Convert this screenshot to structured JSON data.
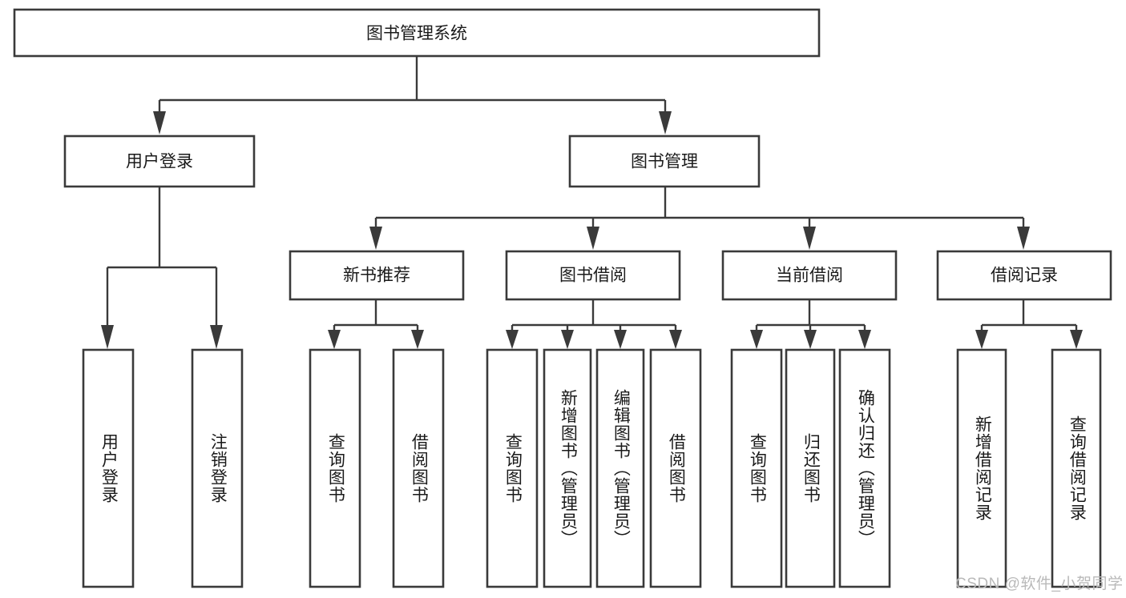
{
  "diagram": {
    "type": "tree",
    "title": "图书管理系统",
    "root": {
      "id": "root",
      "label": "图书管理系统"
    },
    "level1": [
      {
        "id": "user-login",
        "label": "用户登录"
      },
      {
        "id": "book-management",
        "label": "图书管理"
      }
    ],
    "level2": [
      {
        "id": "new-book-recommend",
        "label": "新书推荐",
        "parent": "book-management"
      },
      {
        "id": "book-borrow",
        "label": "图书借阅",
        "parent": "book-management"
      },
      {
        "id": "current-borrow",
        "label": "当前借阅",
        "parent": "book-management"
      },
      {
        "id": "borrow-record",
        "label": "借阅记录",
        "parent": "book-management"
      }
    ],
    "leaves": {
      "user-login": [
        {
          "id": "leaf-user-login",
          "label": "用户登录"
        },
        {
          "id": "leaf-user-logout",
          "label": "注销登录"
        }
      ],
      "new-book-recommend": [
        {
          "id": "leaf-query-book-1",
          "label": "查询图书"
        },
        {
          "id": "leaf-borrow-book-1",
          "label": "借阅图书"
        }
      ],
      "book-borrow": [
        {
          "id": "leaf-query-book-2",
          "label": "查询图书"
        },
        {
          "id": "leaf-add-book",
          "label": "新增图书（管理员）"
        },
        {
          "id": "leaf-edit-book",
          "label": "编辑图书（管理员）"
        },
        {
          "id": "leaf-borrow-book-2",
          "label": "借阅图书"
        }
      ],
      "current-borrow": [
        {
          "id": "leaf-query-book-3",
          "label": "查询图书"
        },
        {
          "id": "leaf-return-book",
          "label": "归还图书"
        },
        {
          "id": "leaf-confirm-return",
          "label": "确认归还（管理员）"
        }
      ],
      "borrow-record": [
        {
          "id": "leaf-add-record",
          "label": "新增借阅记录"
        },
        {
          "id": "leaf-query-record",
          "label": "查询借阅记录"
        }
      ]
    }
  },
  "watermark": {
    "text": "CSDN @软件_小贺同学"
  },
  "colors": {
    "stroke": "#3a3a3a",
    "box_fill": "#ffffff",
    "text": "#1a1a1a",
    "watermark": "#b9b9b9",
    "background": "#ffffff"
  }
}
